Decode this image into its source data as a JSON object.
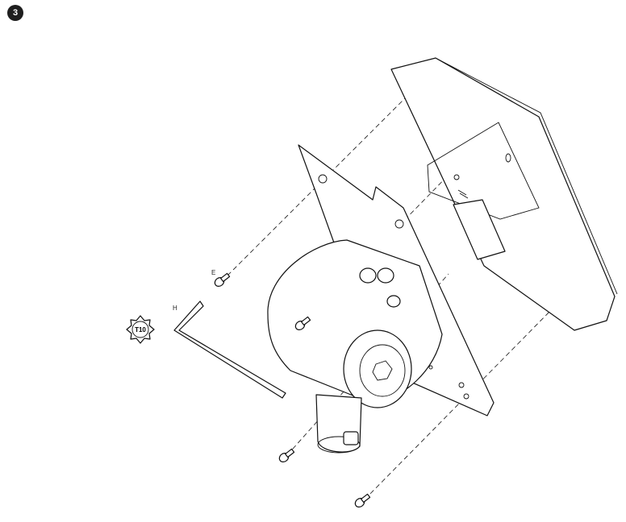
{
  "step": {
    "number": "3"
  },
  "callouts": {
    "screw_label": "E",
    "key_label": "H"
  },
  "tool": {
    "label": "T10",
    "icon": "torx-t10-icon"
  },
  "colors": {
    "ink": "#111111",
    "badge": "#1e1e1e",
    "background": "#ffffff"
  }
}
